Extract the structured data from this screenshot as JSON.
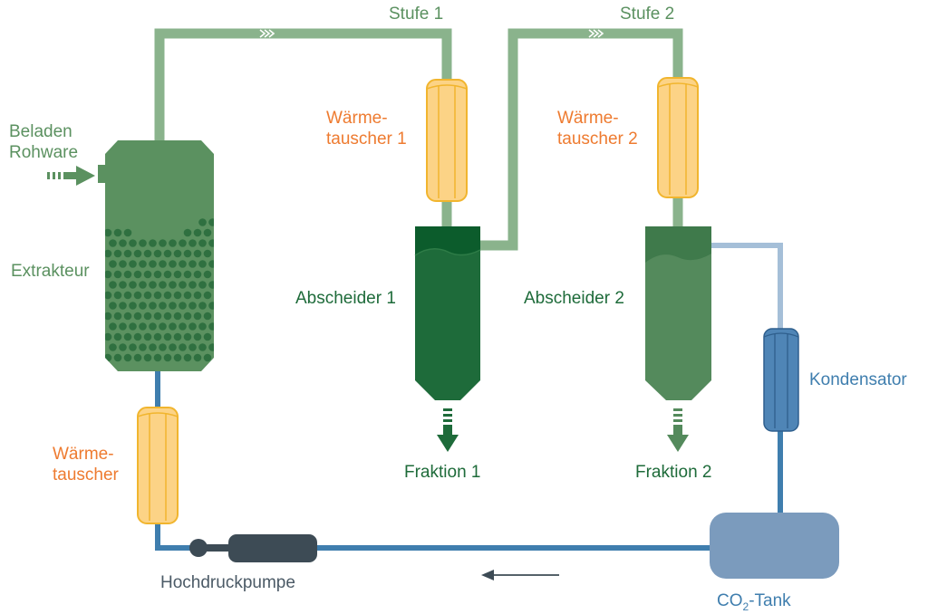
{
  "labels": {
    "stage1": "Stufe 1",
    "stage2": "Stufe 2",
    "feed": "Beladen\nRohware",
    "extractor": "Extrakteur",
    "hx_stage1": "Wärme-\ntauscher 1",
    "hx_stage2": "Wärme-\ntauscher 2",
    "hx_main": "Wärme-\ntauscher",
    "separator1": "Abscheider 1",
    "separator2": "Abscheider 2",
    "fraction1": "Fraktion 1",
    "fraction2": "Fraktion 2",
    "condenser": "Kondensator",
    "pump": "Hochdruckpumpe",
    "tank_prefix": "CO",
    "tank_sub": "2",
    "tank_suffix": "-Tank"
  },
  "colors": {
    "pipe_green": "#8ab38c",
    "pipe_blue": "#3f7eae",
    "pipe_lightblue": "#a5bfd8",
    "extractor": "#5b9160",
    "extractor_dots": "#2f7040",
    "heat_exchanger": "#fcd386",
    "heat_exchanger_stroke": "#f1b52e",
    "separator1": "#1e6b3a",
    "separator2": "#548a5c",
    "condenser": "#4f85b6",
    "tank": "#7b9bbd",
    "pump": "#3d4b55",
    "label_green": "#5b9160",
    "label_orange": "#ee7b30",
    "label_blue": "#3f7eae"
  }
}
